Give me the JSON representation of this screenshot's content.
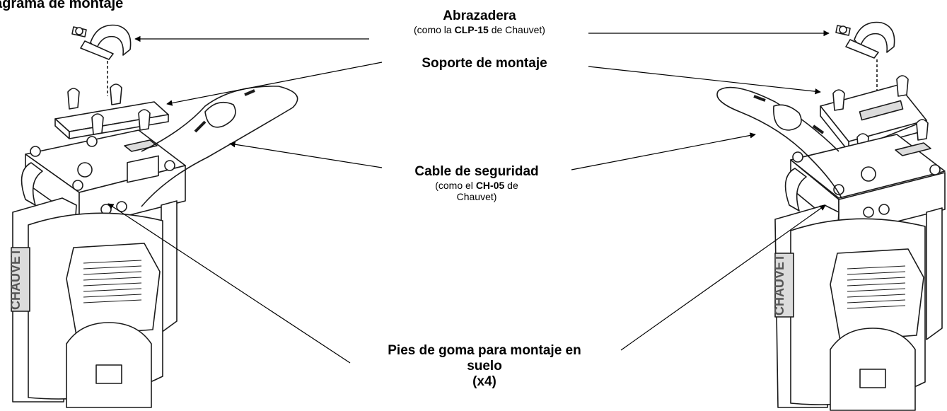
{
  "title": "agrama de montaje",
  "labels": {
    "clamp": {
      "name": "Abrazadera",
      "note_pre": "(como la ",
      "note_bold": "CLP-15",
      "note_post": " de Chauvet)"
    },
    "bracket": {
      "name": "Soporte de montaje"
    },
    "safety_cable": {
      "name": "Cable de seguridad",
      "note_pre": "(como el ",
      "note_bold": "CH-05",
      "note_post": " de",
      "note_line2": "Chauvet)"
    },
    "feet": {
      "line1": "Pies de goma para montaje en",
      "line2": "suelo",
      "line3": "(x4)"
    }
  },
  "device_logo": "CHAUVET",
  "colors": {
    "line": "#000000",
    "fixture_stroke": "#1a1a1a",
    "fixture_fill": "#ffffff",
    "shade": "#dcdcdc"
  }
}
